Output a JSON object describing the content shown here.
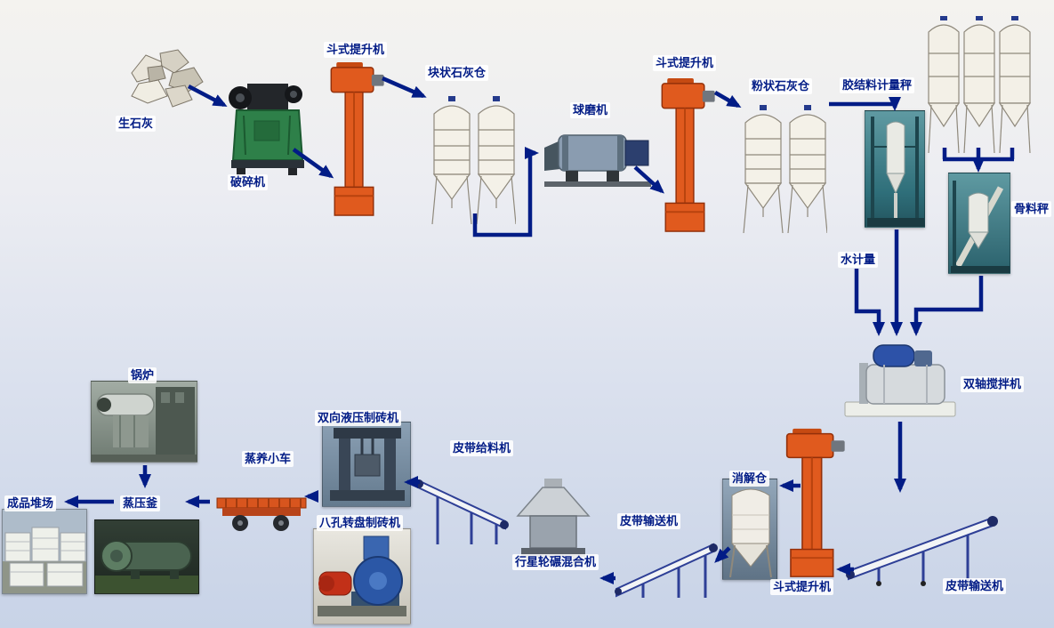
{
  "labels": {
    "quicklime": "生石灰",
    "crusher": "破碎机",
    "bucket_elevator": "斗式提升机",
    "lump_lime_silo": "块状石灰仓",
    "ball_mill": "球磨机",
    "powder_lime_silo": "粉状石灰仓",
    "binder_scale": "胶结料计量秤",
    "aggregate_scale": "骨料秤",
    "water_meter": "水计量",
    "twin_shaft_mixer": "双轴搅拌机",
    "belt_conveyor": "皮带输送机",
    "digestion_silo": "消解仓",
    "belt_feeder": "皮带给料机",
    "planetary_mixer": "行星轮碾混合机",
    "hydraulic_brick_machine": "双向液压制砖机",
    "rotary_brick_machine": "八孔转盘制砖机",
    "curing_cart": "蒸养小车",
    "autoclave": "蒸压釜",
    "boiler": "锅炉",
    "product_yard": "成品堆场"
  },
  "colors": {
    "arrow": "#021c86",
    "label_text": "#021c86",
    "elevator_orange": "#e05a1e",
    "silo_white": "#f4f1e8",
    "crusher_green": "#2e8049"
  }
}
